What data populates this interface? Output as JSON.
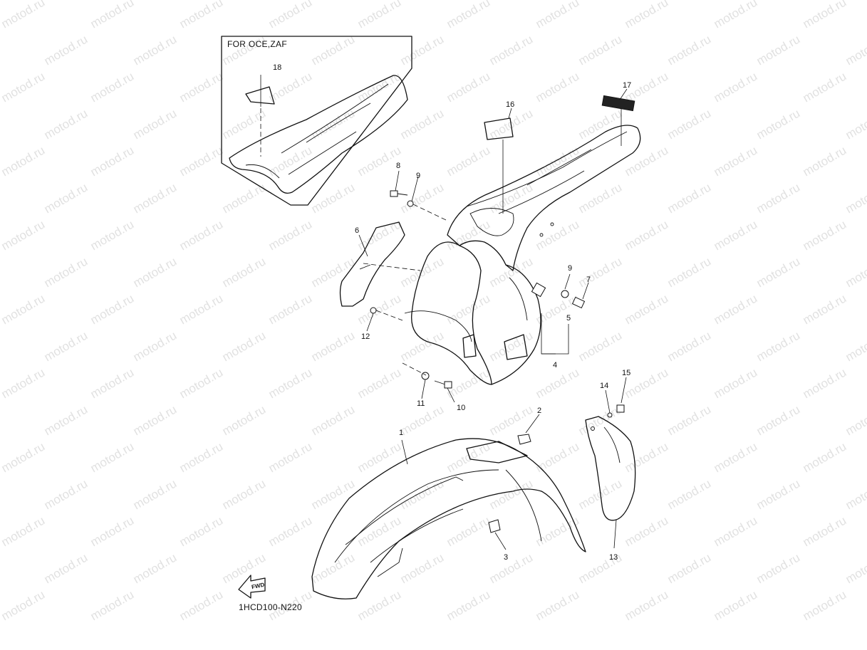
{
  "inset": {
    "title": "FOR OCE,ZAF"
  },
  "diagram_code": "1HCD100-N220",
  "fwd_label": "FWD",
  "watermark": "motod.ru",
  "callouts": [
    "1",
    "2",
    "3",
    "4",
    "5",
    "6",
    "7",
    "8",
    "9",
    "9",
    "10",
    "11",
    "12",
    "13",
    "14",
    "15",
    "16",
    "17",
    "18"
  ]
}
